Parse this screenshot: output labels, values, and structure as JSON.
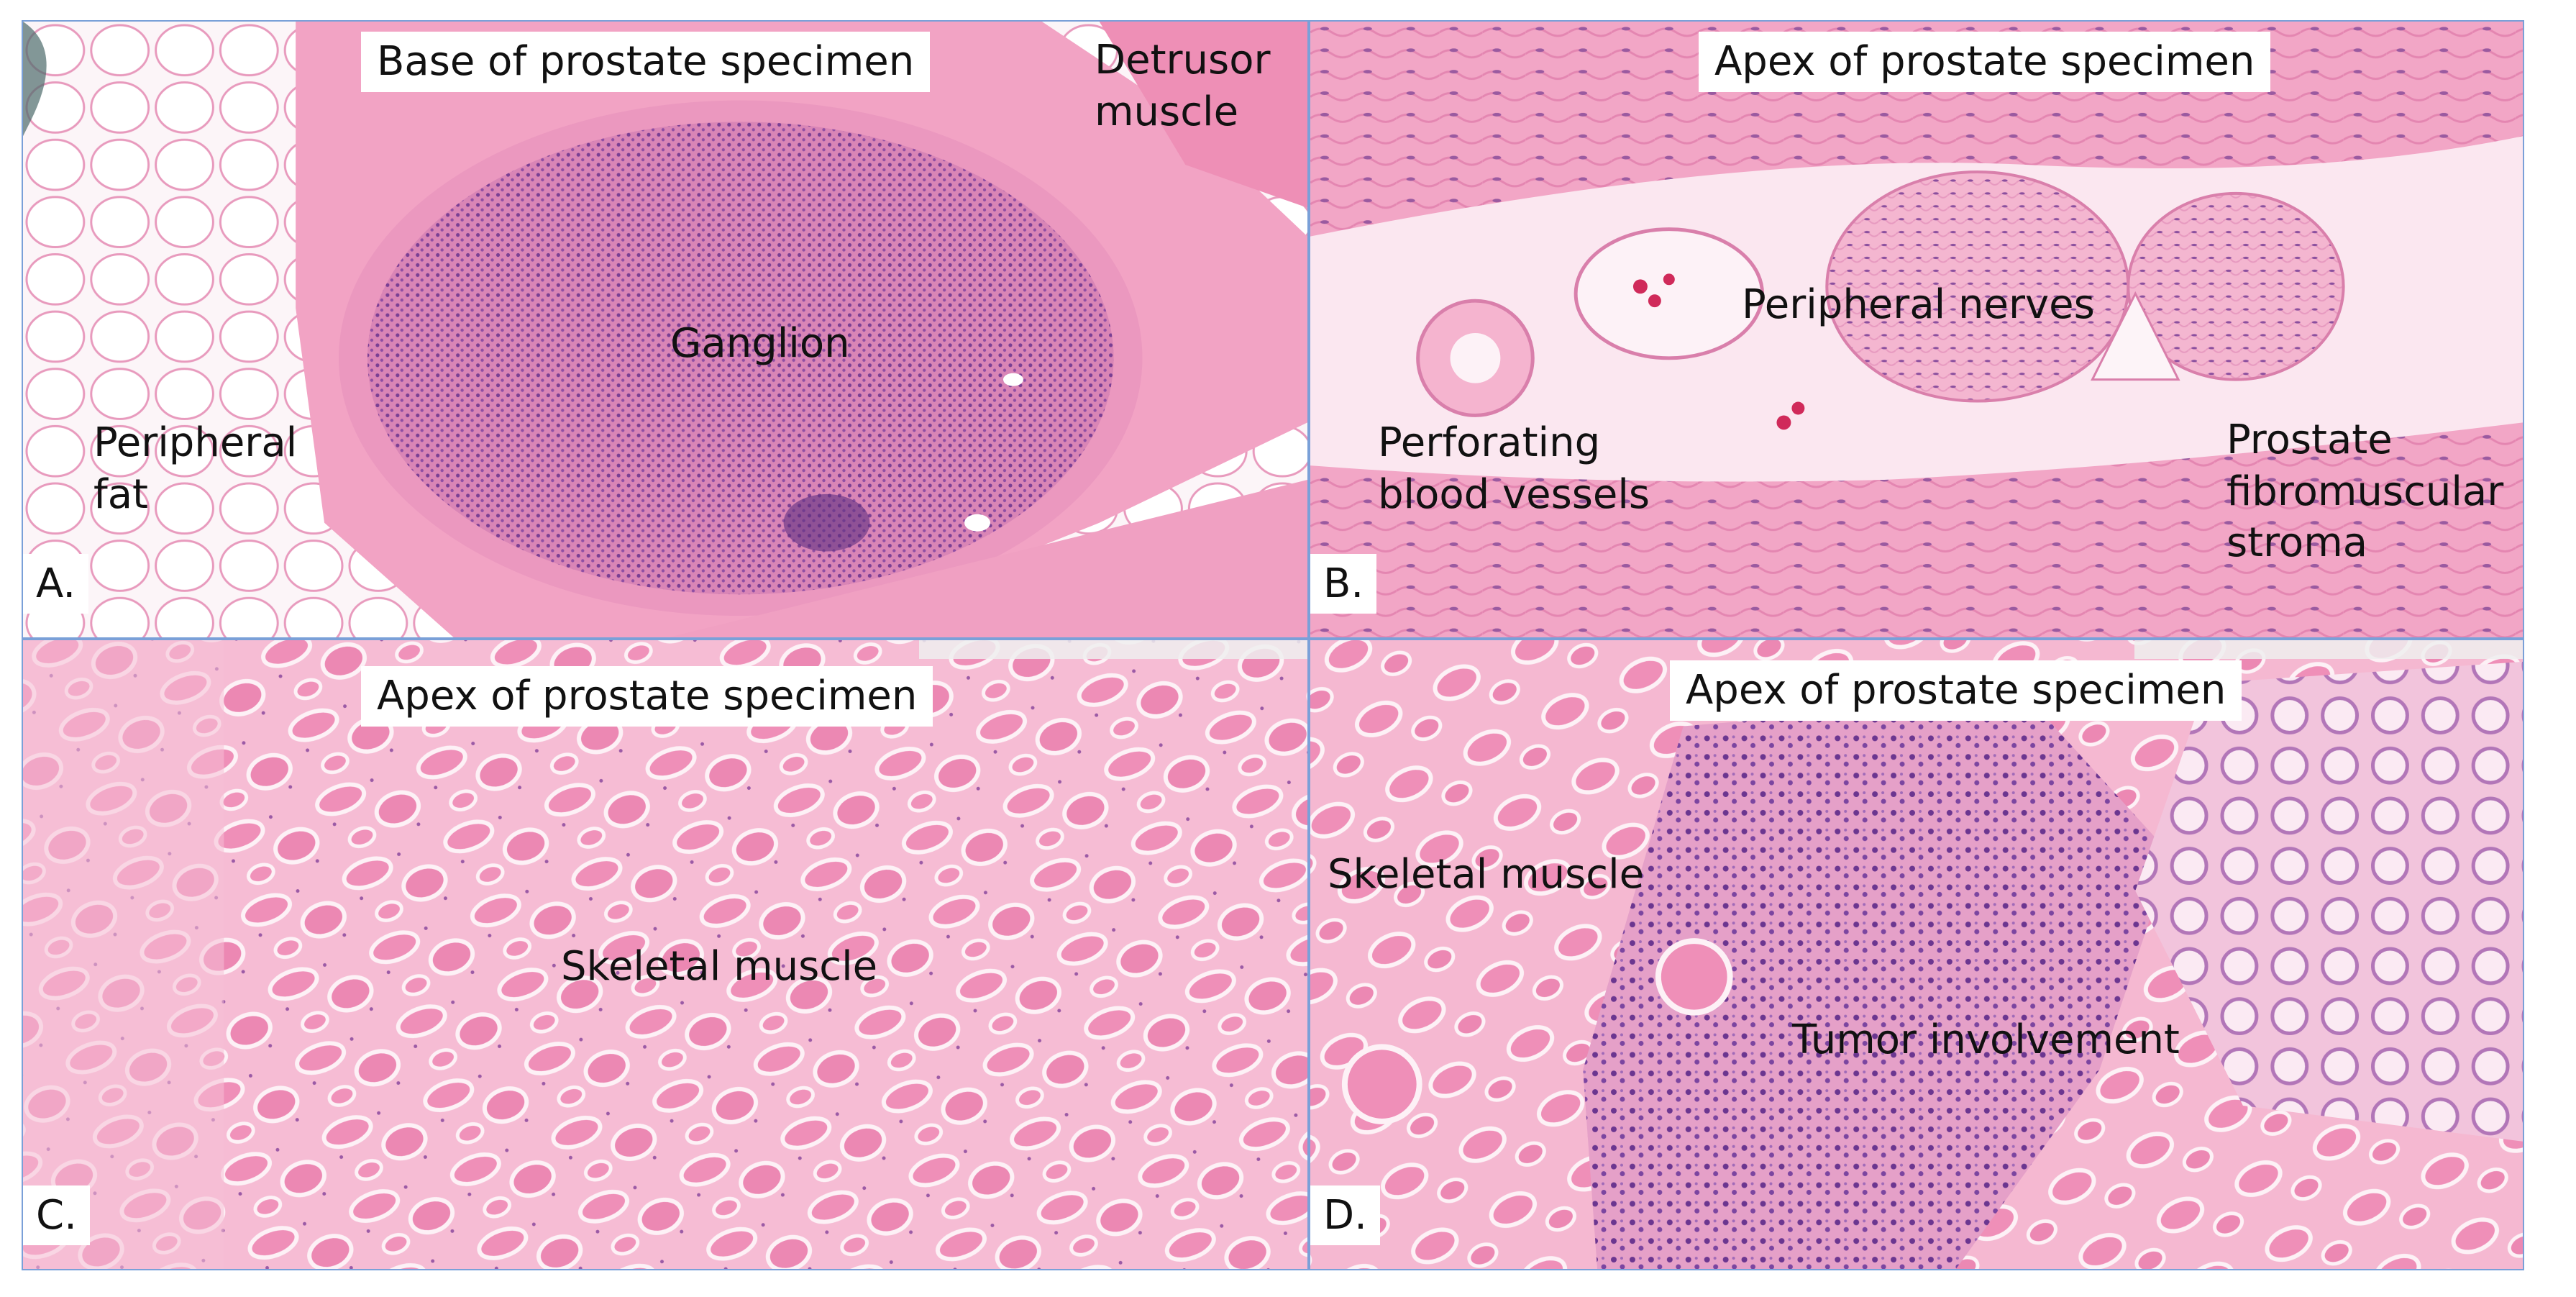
{
  "panels": {
    "a": {
      "letter": "A.",
      "title": "Base of prostate specimen",
      "labels": {
        "detrusor": [
          "Detrusor",
          "muscle"
        ],
        "ganglion": "Ganglion",
        "fat": [
          "Peripheral",
          "fat"
        ]
      }
    },
    "b": {
      "letter": "B.",
      "title": "Apex of prostate specimen",
      "labels": {
        "nerves": "Peripheral nerves",
        "vessels": [
          "Perforating",
          "blood vessels"
        ],
        "stroma": [
          "Prostate",
          "fibromuscular",
          "stroma"
        ]
      }
    },
    "c": {
      "letter": "C.",
      "title": "Apex of prostate specimen",
      "labels": {
        "muscle": "Skeletal muscle"
      }
    },
    "d": {
      "letter": "D.",
      "title": "Apex of prostate specimen",
      "labels": {
        "muscle": "Skeletal muscle",
        "tumor": "Tumor involvement"
      }
    }
  },
  "colors": {
    "tissue_pink": "#f3a9c8",
    "stroma_pink": "#ec8fb7",
    "nuclei_purple": "#6a3a8f",
    "fat_white": "#fbf3f7",
    "border_blue": "#7aa0d8"
  }
}
